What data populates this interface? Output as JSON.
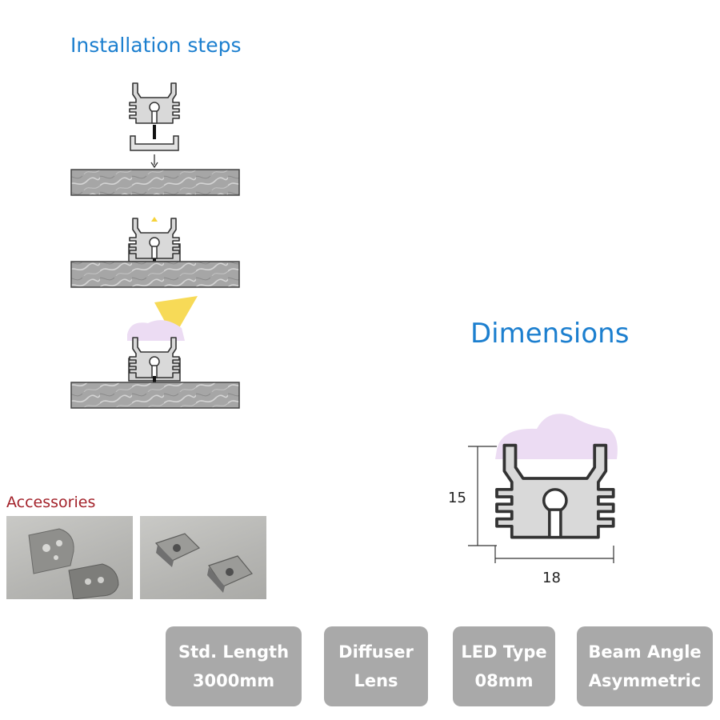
{
  "installation": {
    "title": "Installation steps",
    "steps": 3
  },
  "dimensions": {
    "title": "Dimensions",
    "height_label": "15",
    "width_label": "18"
  },
  "accessories": {
    "title": "Accessories",
    "items": [
      "end-cap-photo",
      "mounting-clip-photo"
    ]
  },
  "specs": [
    {
      "line1": "Std. Length",
      "line2": "3000mm"
    },
    {
      "line1": "Diffuser",
      "line2": "Lens"
    },
    {
      "line1": "LED Type",
      "line2": "08mm"
    },
    {
      "line1": "Beam Angle",
      "line2": "Asymmetric"
    }
  ],
  "colors": {
    "title_blue": "#1c7fcf",
    "accessories_red": "#a3222a",
    "spec_bg": "#a9a9a9",
    "diffuser": "#ecdcf3",
    "light": "#f6d33a"
  }
}
